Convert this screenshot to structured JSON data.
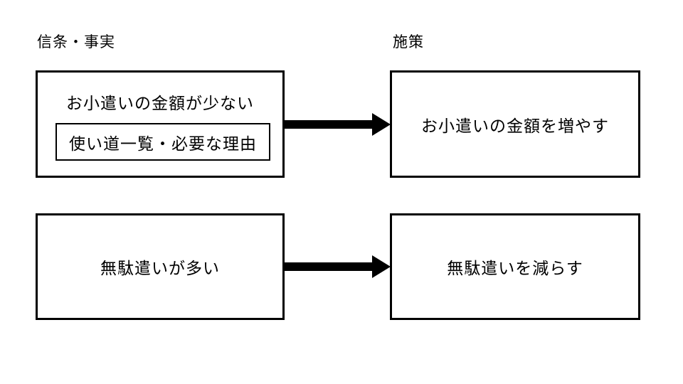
{
  "colors": {
    "ink": "#000000",
    "background": "#ffffff"
  },
  "headings": {
    "beliefs": "信条・事実",
    "measures": "施策"
  },
  "rows": [
    {
      "belief": "お小遣いの金額が少ない",
      "note": "使い道一覧・必要な理由",
      "measure": "お小遣いの金額を増やす"
    },
    {
      "belief": "無駄遣いが多い",
      "measure": "無駄遣いを減らす"
    }
  ],
  "icons": {
    "arrow": "arrow-right"
  }
}
